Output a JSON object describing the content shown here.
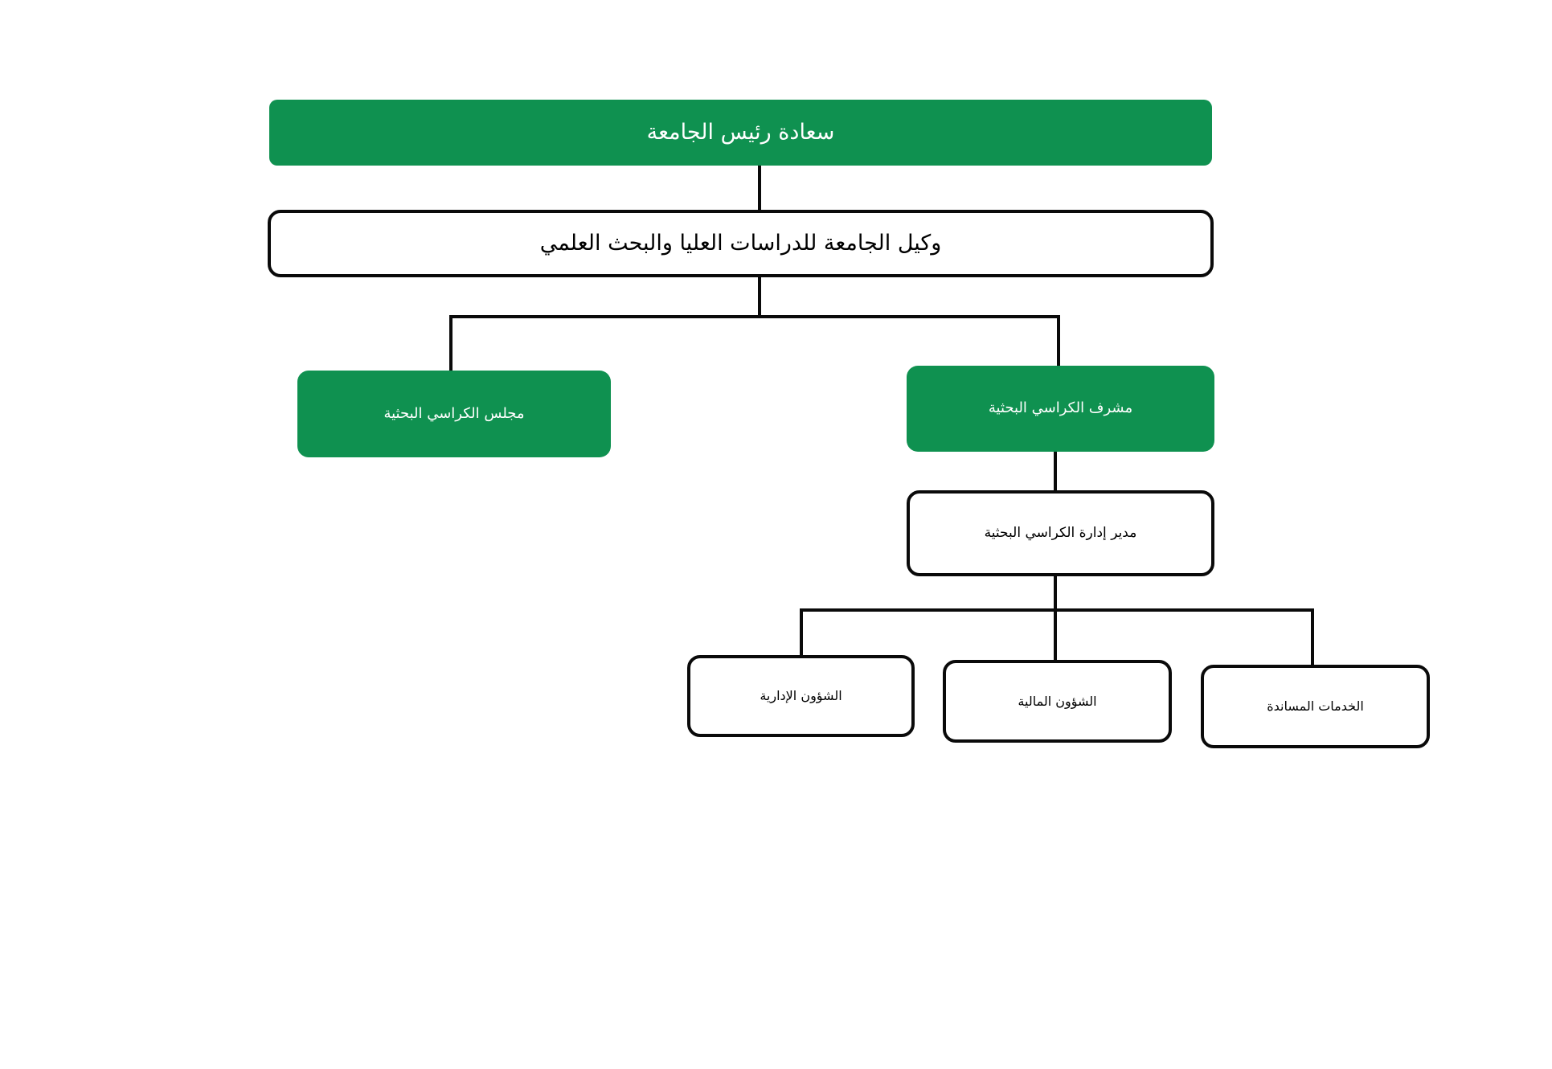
{
  "diagram": {
    "type": "organizational-chart",
    "language": "ar",
    "direction": "rtl",
    "background_color": "#ffffff",
    "accent_color": "#0f9150",
    "outline_color": "#0a0a0a",
    "nodes": {
      "president": {
        "label": "سعادة رئيس الجامعة",
        "style": "green",
        "level": 1
      },
      "vice_president": {
        "label": "وكيل الجامعة للدراسات العليا والبحث العلمي",
        "style": "plain",
        "level": 2
      },
      "council": {
        "label": "مجلس الكراسي البحثية",
        "style": "green",
        "level": 3
      },
      "supervisor": {
        "label": "مشرف الكراسي البحثية",
        "style": "green",
        "level": 3
      },
      "manager": {
        "label": "مدير إدارة الكراسي البحثية",
        "style": "plain",
        "level": 4
      },
      "admin_affairs": {
        "label": "الشؤون الإدارية",
        "style": "plain",
        "level": 5
      },
      "financial_affairs": {
        "label": "الشؤون المالية",
        "style": "plain",
        "level": 5
      },
      "support_services": {
        "label": "الخدمات المساندة",
        "style": "plain",
        "level": 5
      }
    },
    "edges": [
      {
        "from": "president",
        "to": "vice_president"
      },
      {
        "from": "vice_president",
        "to": "council"
      },
      {
        "from": "vice_president",
        "to": "supervisor"
      },
      {
        "from": "supervisor",
        "to": "manager"
      },
      {
        "from": "manager",
        "to": "admin_affairs"
      },
      {
        "from": "manager",
        "to": "financial_affairs"
      },
      {
        "from": "manager",
        "to": "support_services"
      }
    ]
  }
}
